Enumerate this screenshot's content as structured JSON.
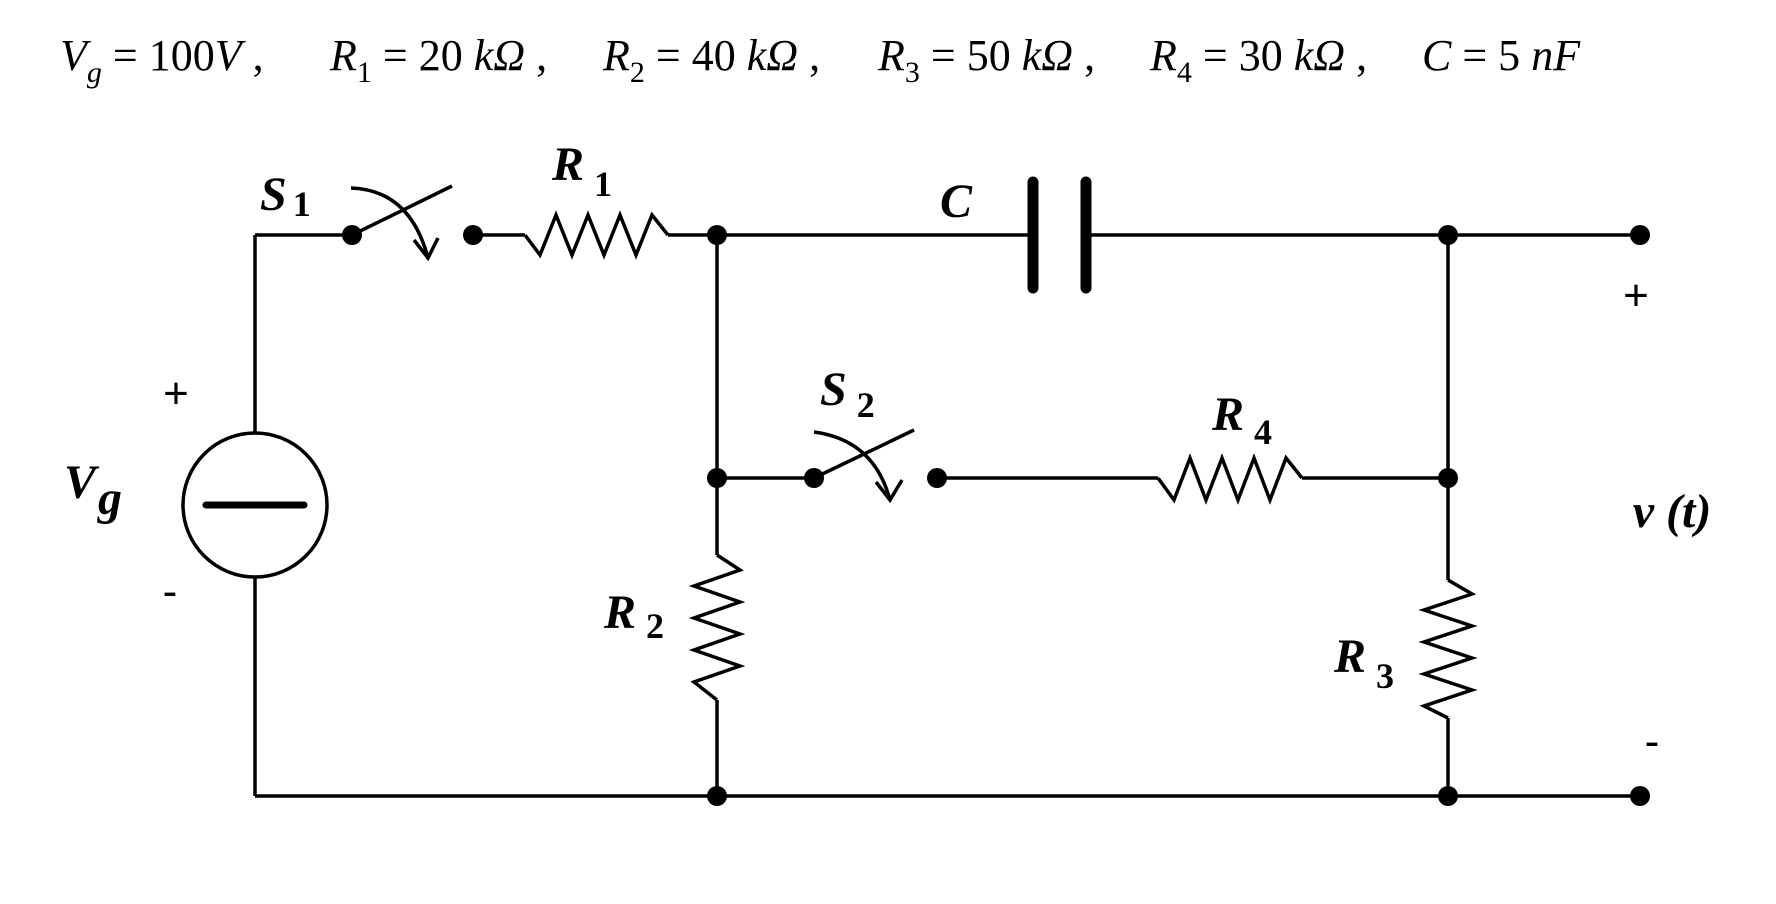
{
  "params": [
    {
      "sym": "V",
      "sub": "g",
      "rest": " = 100",
      "unit": "V",
      "sep": " ,"
    },
    {
      "sym": "R",
      "sub": "1",
      "rest": " = 20 ",
      "unit": "kΩ",
      "sep": " ,"
    },
    {
      "sym": "R",
      "sub": "2",
      "rest": " = 40 ",
      "unit": "kΩ",
      "sep": " ,"
    },
    {
      "sym": "R",
      "sub": "3",
      "rest": " = 50 ",
      "unit": "kΩ",
      "sep": " ,"
    },
    {
      "sym": "R",
      "sub": "4",
      "rest": " = 30 ",
      "unit": "kΩ",
      "sep": " ,"
    },
    {
      "sym": "C",
      "sub": "",
      "rest": " = 5 ",
      "unit": "nF",
      "sep": ""
    }
  ],
  "labels": {
    "s1": "S",
    "s1_sub": "1",
    "r1": "R",
    "r1_sub": "1",
    "c": "C",
    "s2": "S",
    "s2_sub": "2",
    "r4": "R",
    "r4_sub": "4",
    "r2": "R",
    "r2_sub": "2",
    "r3": "R",
    "r3_sub": "3",
    "vg": "V",
    "vg_sub": "g",
    "vt": "v (t)"
  },
  "signs": {
    "source_plus": "+",
    "source_minus": "-",
    "out_plus": "+",
    "out_minus": "-"
  }
}
